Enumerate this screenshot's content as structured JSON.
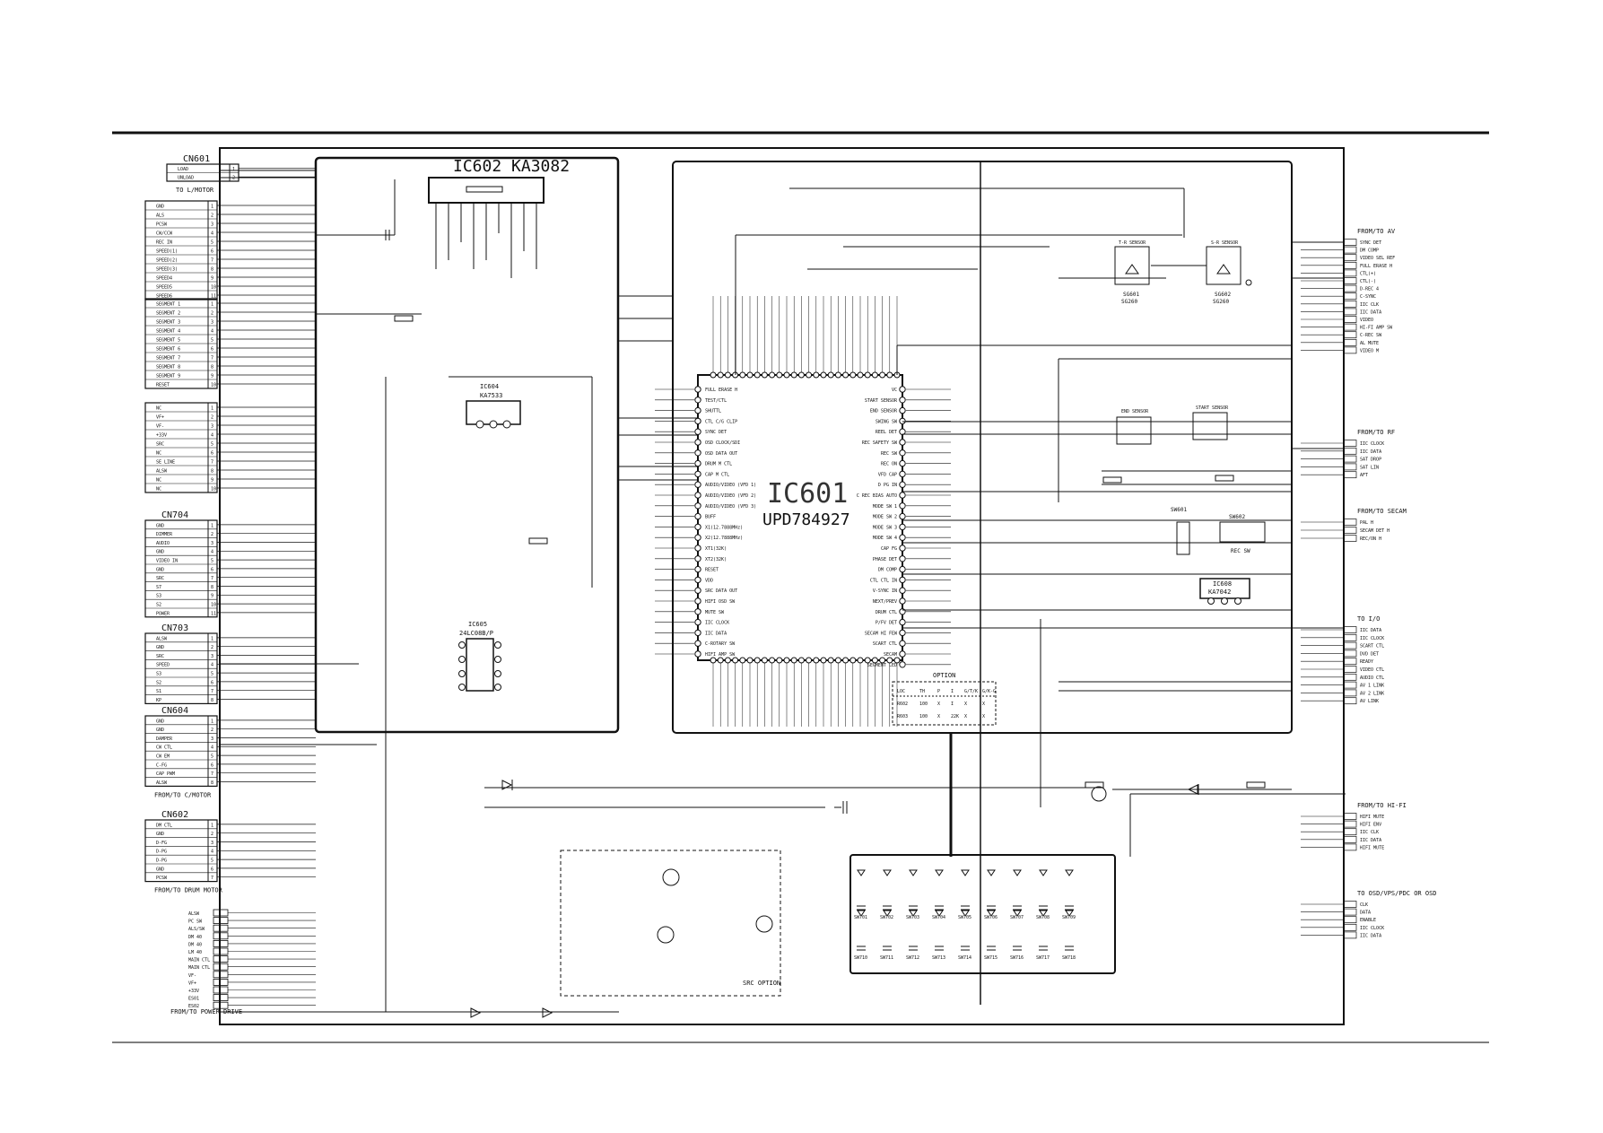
{
  "connectors_left": [
    {
      "title": "CN601",
      "caption": "TO L/MOTOR",
      "pins": [
        "LOAD",
        "UNLOAD"
      ]
    },
    {
      "title": "",
      "caption": "",
      "pins": [
        "GND",
        "ALS",
        "PCSW",
        "CW/CCW",
        "REC IN",
        "SPEED(1)",
        "SPEED(2)",
        "SPEED(3)",
        "SPEED4",
        "SPEED5",
        "SPEED6"
      ]
    },
    {
      "title": "",
      "caption": "",
      "pins": [
        "SEGMENT 1",
        "SEGMENT 2",
        "SEGMENT 3",
        "SEGMENT 4",
        "SEGMENT 5",
        "SEGMENT 6",
        "SEGMENT 7",
        "SEGMENT 8",
        "SEGMENT 9",
        "RESET"
      ]
    },
    {
      "title": "",
      "caption": "",
      "pins": [
        "NC",
        "VF+",
        "VF-",
        "+33V",
        "SRC",
        "NC",
        "SE LINE",
        "ALSW",
        "NC",
        "NC"
      ]
    },
    {
      "title": "CN704",
      "caption": "",
      "pins": [
        "GND",
        "DIMMER",
        "AUDIO",
        "GND",
        "VIDEO IN",
        "GND",
        "SRC",
        "S7",
        "S3",
        "S2",
        "POWER"
      ]
    },
    {
      "title": "CN703",
      "caption": "",
      "pins": [
        "ALSW",
        "GND",
        "SRC",
        "SPEED",
        "S3",
        "S2",
        "S1",
        "KP"
      ]
    },
    {
      "title": "CN604",
      "caption": "FROM/TO C/MOTOR",
      "pins": [
        "GND",
        "GND",
        "DAMPER",
        "CW CTL",
        "CW EM",
        "C-FG",
        "CAP PWM",
        "ALSW"
      ]
    },
    {
      "title": "CN602",
      "caption": "FROM/TO DRUM MOTOR",
      "pins": [
        "DM CTL",
        "GND",
        "D-FG",
        "D-PG",
        "D-PG",
        "GND",
        "PCSW"
      ]
    }
  ],
  "power_drive": {
    "caption": "FROM/TO POWER DRIVE",
    "pins": [
      "ALSW",
      "PC SW",
      "ALS/SW",
      "DM 40",
      "DM 40",
      "LM 40",
      "MAIN CTL",
      "MAIN CTL",
      "VF-",
      "VF+",
      "+33V",
      "ES01",
      "ES02"
    ]
  },
  "ic_labels": {
    "ic602": "IC602  KA3082",
    "ic604": "IC604",
    "ic604_part": "KA7533",
    "ic601": "IC601",
    "ic601_part": "UPD784927",
    "ic605": "IC605",
    "ic605_part": "24LC08B/P",
    "ic608": "IC608",
    "ic608_part": "KA7042"
  },
  "right_groups": [
    {
      "title": "FROM/TO AV",
      "pins": [
        "SYNC DET",
        "DM COMP",
        "VIDEO SEL REF",
        "FULL ERASE H",
        "CTL(+)",
        "CTL(-)",
        "D-REC 4",
        "C-SYNC",
        "IIC CLK",
        "IIC DATA",
        "VIDEO",
        "HI-FI AMP SW",
        "C-REC SW",
        "AL MUTE",
        "VIDEO M"
      ]
    },
    {
      "title": "FROM/TO RF",
      "pins": [
        "IIC CLOCK",
        "IIC DATA",
        "SAT DROP",
        "SAT LIN",
        "AFT"
      ]
    },
    {
      "title": "FROM/TO SECAM",
      "pins": [
        "PAL H",
        "SECAM DET H",
        "REC/ON H"
      ]
    },
    {
      "title": "TO I/O",
      "pins": [
        "IIC DATA",
        "IIC CLOCK",
        "SCART CTL",
        "DVD DET",
        "READY",
        "VIDEO CTL",
        "AUDIO CTL",
        "AV 1 LINK",
        "AV 2 LINK",
        "AV LINK"
      ]
    },
    {
      "title": "FROM/TO HI-FI",
      "pins": [
        "HIFI MUTE",
        "HIFI ENV",
        "IIC CLK",
        "IIC DATA",
        "HIFI MUTE"
      ]
    },
    {
      "title": "TO OSD/VPS/PDC OR OSD",
      "pins": [
        "CLK",
        "DATA",
        "ENABLE",
        "IIC CLOCK",
        "IIC DATA"
      ]
    }
  ],
  "sensors": {
    "s601": "SG601",
    "s601_part": "SG260",
    "s602": "SG602",
    "s602_part": "SG260",
    "t_sensor": "T-R SENSOR",
    "s_sensor": "S-R SENSOR",
    "end_sensor": "END SENSOR",
    "start_sensor": "START SENSOR",
    "sw601": "SW601",
    "sw602": "SW602",
    "rec_sw": "REC SW"
  },
  "option_table": {
    "title": "OPTION",
    "header": [
      "LOC",
      "TH",
      "P",
      "I",
      "G/T/K",
      "G/K-G"
    ],
    "rows": [
      [
        "R602",
        "100",
        "X",
        "I",
        "X",
        "X"
      ],
      [
        "R603",
        "100",
        "X",
        "22K",
        "X",
        "X"
      ]
    ]
  },
  "src_option": "SRC OPTION",
  "key_labels": [
    "SW701",
    "SW702",
    "SW703",
    "SW704",
    "SW705",
    "SW706",
    "SW707",
    "SW708",
    "SW709",
    "SW710",
    "SW711",
    "SW712",
    "SW713",
    "SW714",
    "SW715",
    "SW716",
    "SW717",
    "SW718"
  ],
  "ic601_pins_left": [
    "FULL ERASE H",
    "TEST/CTL",
    "SHUTTL",
    "CTL C/G CLIP",
    "SYNC DET",
    "OSD CLOCK/SDI",
    "OSD DATA OUT",
    "DRUM M CTL",
    "CAP M CTL",
    "AUDIO/VIDEO (VFD 1)",
    "AUDIO/VIDEO (VFD 2)",
    "AUDIO/VIDEO (VFD 3)",
    "BUFF",
    "X1(12.7888MHz)",
    "X2(12.7888MHz)",
    "XT1(32K)",
    "XT2(32K)",
    "RESET",
    "VDD",
    "SRC DATA OUT",
    "HIFI OSD SW",
    "MUTE SW",
    "IIC CLOCK",
    "IIC DATA",
    "C-ROTARY SW",
    "HIFI AMP SW"
  ],
  "ic601_pins_right": [
    "VC",
    "START SENSOR",
    "END SENSOR",
    "SWING SW",
    "REEL DET",
    "REC SAFETY SW",
    "REC SW",
    "REC ON",
    "VFD CAP",
    "D PG IN",
    "C REC BIAS AUTO",
    "MODE SW 1",
    "MODE SW 2",
    "MODE SW 3",
    "MODE SW 4",
    "CAP FG",
    "PHASE DET",
    "DM COMP",
    "CTL CTL IN",
    "V-SYNC IN",
    "NEXT/PREV",
    "DRUM CTL",
    "P/FV DET",
    "SECAM HI FEW",
    "SCART CTL",
    "SECAM",
    "SEGMENT LED"
  ]
}
